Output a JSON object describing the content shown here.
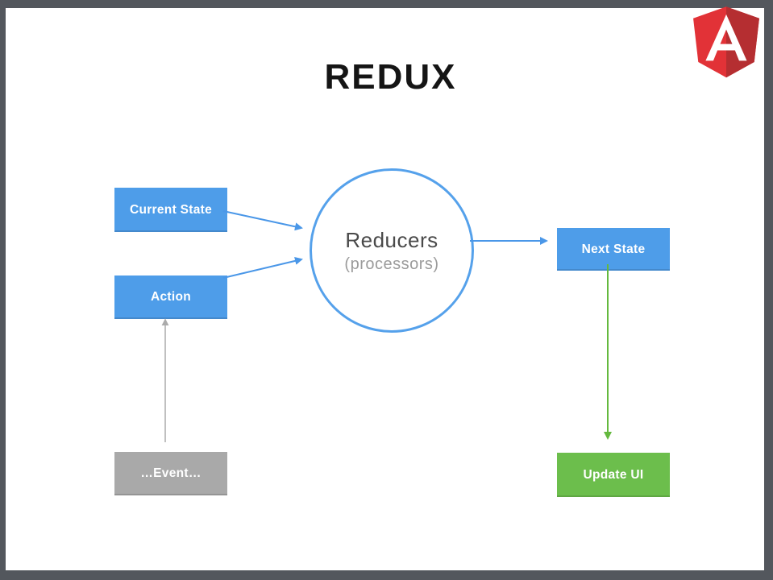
{
  "slide": {
    "title": "REDUX",
    "background": "#ffffff",
    "frame_color": "#53575D"
  },
  "logo": {
    "name": "angular-logo",
    "letter": "A",
    "shield_left": "#E23237",
    "shield_right": "#B52E31",
    "letter_color": "#FFFFFF"
  },
  "diagram": {
    "reducers": {
      "title": "Reducers",
      "subtitle": "(processors)",
      "border_color": "#55A1EB"
    },
    "nodes": {
      "current_state": {
        "label": "Current State",
        "color": "#4E9DE9"
      },
      "action": {
        "label": "Action",
        "color": "#4E9DE9"
      },
      "event": {
        "label": "…Event…",
        "color": "#A9A9A9"
      },
      "next_state": {
        "label": "Next State",
        "color": "#4E9DE9"
      },
      "update_ui": {
        "label": "Update UI",
        "color": "#6CBE4C"
      }
    },
    "edges": {
      "current_state_to_reducers": {
        "from": "Current State",
        "to": "Reducers",
        "color": "#4A97E8"
      },
      "action_to_reducers": {
        "from": "Action",
        "to": "Reducers",
        "color": "#4A97E8"
      },
      "reducers_to_next_state": {
        "from": "Reducers",
        "to": "Next State",
        "color": "#4A97E8"
      },
      "next_state_to_update_ui": {
        "from": "Next State",
        "to": "Update UI",
        "color": "#64B93E"
      },
      "event_to_action": {
        "from": "…Event…",
        "to": "Action",
        "color": "#ABABAB"
      }
    }
  }
}
